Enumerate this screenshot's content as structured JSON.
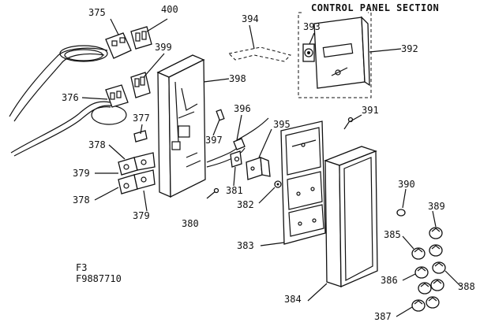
{
  "section_title": "CONTROL PANEL SECTION",
  "figure_code": "F3",
  "part_number": "F9887710",
  "labels": {
    "p375": "375",
    "p400": "400",
    "p394": "394",
    "p393": "393",
    "p392": "392",
    "p399": "399",
    "p398": "398",
    "p376": "376",
    "p396": "396",
    "p391": "391",
    "p377": "377",
    "p397": "397",
    "p395": "395",
    "p378a": "378",
    "p379a": "379",
    "p378b": "378",
    "p379b": "379",
    "p381": "381",
    "p382": "382",
    "p380": "380",
    "p390": "390",
    "p389": "389",
    "p383": "383",
    "p385": "385",
    "p388": "388",
    "p386": "386",
    "p384": "384",
    "p387": "387"
  }
}
